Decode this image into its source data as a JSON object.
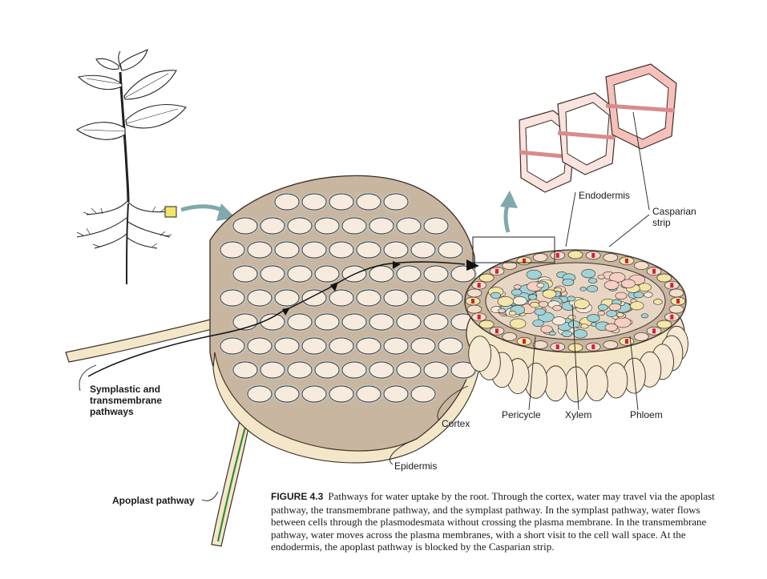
{
  "labels": {
    "endodermis": "Endodermis",
    "casparian_line1": "Casparian",
    "casparian_line2": "strip",
    "symplastic_line1": "Symplastic and",
    "symplastic_line2": "transmembrane",
    "symplastic_line3": "pathways",
    "pericycle": "Pericycle",
    "xylem": "Xylem",
    "phloem": "Phloem",
    "cortex": "Cortex",
    "epidermis": "Epidermis",
    "apoplast": "Apoplast pathway"
  },
  "caption": {
    "figure_number": "FIGURE 4.3",
    "text": "Pathways for water uptake by the root. Through the cortex, water may travel via the apoplast pathway, the transmembrane pathway, and the symplast pathway. In the symplast pathway, water flows between cells through the plasmodesmata without crossing the plasma membrane. In the transmembrane pathway, water moves across the plasma membranes, with a short visit to the cell wall space. At the endodermis, the apoplast pathway is blocked by the Casparian strip."
  },
  "colors": {
    "cell_fill": "#f7ebe0",
    "wall": "#c9b6a0",
    "outline": "#3a2e26",
    "intercellular": "#bfc8c6",
    "casparian": "#d61e3a",
    "xylem": "#9fd3d8",
    "phloem": "#f3e6a8",
    "pericycle": "#f6cfc0",
    "arrow_teal": "#7fa9ab",
    "apoplast_green": "#2f8a3a",
    "plant_wall_pink": "#f4a9a9"
  }
}
